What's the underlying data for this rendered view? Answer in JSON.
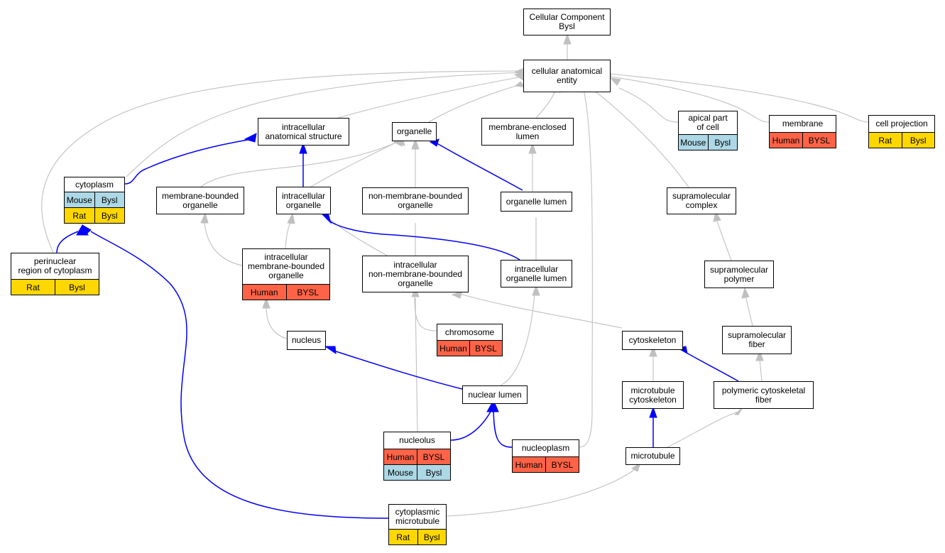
{
  "colors": {
    "is_a_edge": "#c0c0c0",
    "part_of_edge": "#0000ff",
    "Human": "#ff6347",
    "Mouse": "#add8e6",
    "Rat": "#ffd700"
  },
  "nodes": {
    "cc": {
      "label": "Cellular Component\nBysl"
    },
    "cae": {
      "label": "cellular anatomical\nentity"
    },
    "ias": {
      "label": "intracellular\nanatomical structure"
    },
    "org": {
      "label": "organelle"
    },
    "mel": {
      "label": "membrane-enclosed\nlumen"
    },
    "apc": {
      "label": "apical part\nof cell",
      "annotations": [
        [
          "Mouse",
          "Bysl"
        ]
      ]
    },
    "mem": {
      "label": "membrane",
      "annotations": [
        [
          "Human",
          "BYSL"
        ]
      ]
    },
    "cp": {
      "label": "cell projection",
      "annotations": [
        [
          "Rat",
          "Bysl"
        ]
      ]
    },
    "cyto": {
      "label": "cytoplasm",
      "annotations": [
        [
          "Mouse",
          "Bysl"
        ],
        [
          "Rat",
          "Bysl"
        ]
      ]
    },
    "mbo": {
      "label": "membrane-bounded\norganelle"
    },
    "io": {
      "label": "intracellular\norganelle"
    },
    "nmbo": {
      "label": "non-membrane-bounded\norganelle"
    },
    "ol": {
      "label": "organelle lumen"
    },
    "smc": {
      "label": "supramolecular\ncomplex"
    },
    "prc": {
      "label": "perinuclear\nregion of cytoplasm",
      "annotations": [
        [
          "Rat",
          "Bysl"
        ]
      ]
    },
    "imbo": {
      "label": "intracellular\nmembrane-bounded\norganelle",
      "annotations": [
        [
          "Human",
          "BYSL"
        ]
      ]
    },
    "inmbo": {
      "label": "intracellular\nnon-membrane-bounded\norganelle"
    },
    "iol": {
      "label": "intracellular\norganelle lumen"
    },
    "smp": {
      "label": "supramolecular\npolymer"
    },
    "chr": {
      "label": "chromosome",
      "annotations": [
        [
          "Human",
          "BYSL"
        ]
      ]
    },
    "nuc": {
      "label": "nucleus"
    },
    "csk": {
      "label": "cytoskeleton"
    },
    "smf": {
      "label": "supramolecular\nfiber"
    },
    "nl": {
      "label": "nuclear lumen"
    },
    "mtc": {
      "label": "microtubule\ncytoskeleton"
    },
    "pcf": {
      "label": "polymeric cytoskeletal\nfiber"
    },
    "nclo": {
      "label": "nucleolus",
      "annotations": [
        [
          "Human",
          "BYSL"
        ],
        [
          "Mouse",
          "Bysl"
        ]
      ]
    },
    "ncp": {
      "label": "nucleoplasm",
      "annotations": [
        [
          "Human",
          "BYSL"
        ]
      ]
    },
    "mt": {
      "label": "microtubule"
    },
    "cmt": {
      "label": "cytoplasmic\nmicrotubule",
      "annotations": [
        [
          "Rat",
          "Bysl"
        ]
      ]
    }
  }
}
